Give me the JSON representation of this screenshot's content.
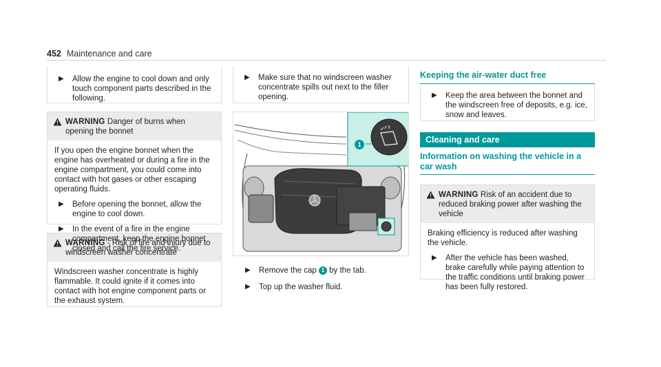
{
  "header": {
    "page_number": "452",
    "section": "Maintenance and care"
  },
  "col1": {
    "step1": "Allow the engine to cool down and only touch component parts described in the following.",
    "warning1": {
      "label": "WARNING",
      "title_rest": " Danger of burns when opening the bonnet",
      "body": "If you open the engine bonnet when the engine has overheated or during a fire in the engine compartment, you could come into contact with hot gases or other escaping operating fluids.",
      "steps": [
        "Before opening the bonnet, allow the engine to cool down.",
        "In the event of a fire in the engine compartment, keep the engine bonnet closed and call the fire service."
      ]
    },
    "warning2": {
      "label": "WARNING",
      "title_rest": " - Risk of fire and injury due to windscreen washer concentrate",
      "body": "Windscreen washer concentrate is highly flammable. It could ignite if it comes into contact with hot engine component parts or the exhaust system."
    }
  },
  "col2": {
    "step1": "Make sure that no windscreen washer concentrate spills out next to the filler opening.",
    "image_callout": "1",
    "step2_before": "Remove the cap ",
    "step2_num": "1",
    "step2_after": " by the tab.",
    "step3": "Top up the washer fluid."
  },
  "col3": {
    "heading1": "Keeping the air-water duct free",
    "step1": "Keep the area between the bonnet and the windscreen free of deposits, e.g. ice, snow and leaves.",
    "bar_title": "Cleaning and care",
    "heading2": "Information on washing the vehicle in a car wash",
    "warning": {
      "label": "WARNING",
      "title_rest": " Risk of an accident due to reduced braking power after washing the vehicle",
      "body": "Braking efficiency is reduced after washing the vehicle.",
      "step": "After the vehicle has been washed, brake carefully while paying attention to the traffic conditions until braking power has been fully restored."
    }
  },
  "colors": {
    "accent": "#009999",
    "warning_bg": "#ebebeb",
    "callout_panel": "#c9f0e6"
  },
  "icons": [
    "arrow-right-icon",
    "warning-triangle-icon",
    "washer-fluid-icon"
  ]
}
